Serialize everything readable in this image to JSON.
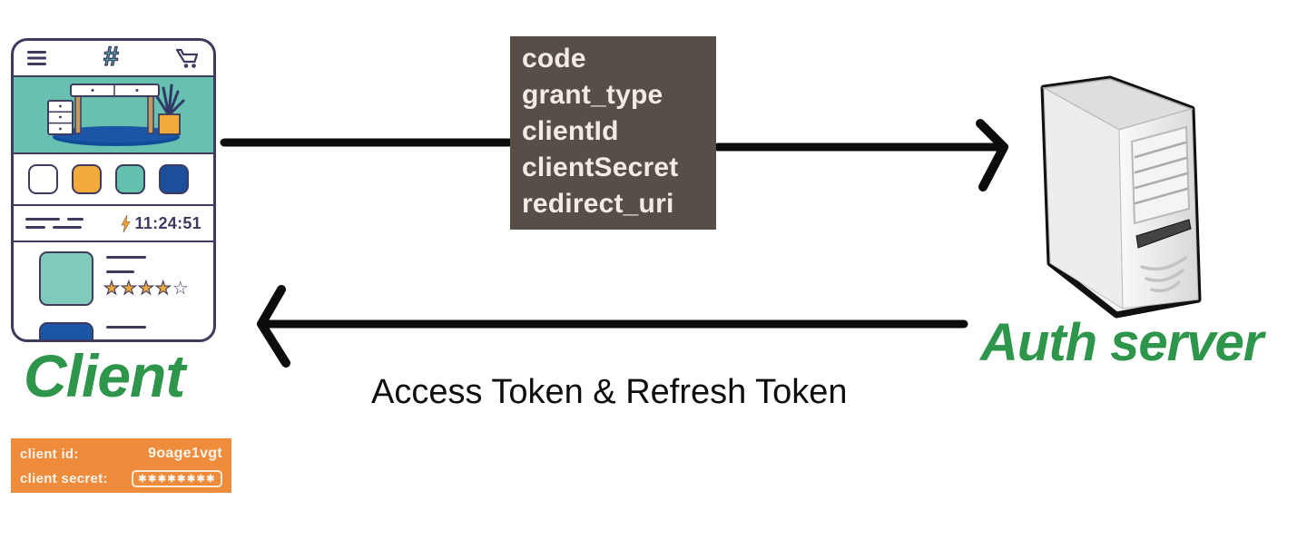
{
  "client": {
    "label": "Client",
    "phone": {
      "time": "11:24:51",
      "rating_filled": "★★★★",
      "rating_empty": "☆"
    },
    "credentials": {
      "id_label": "client id:",
      "id_value": "9oage1vgt",
      "secret_label": "client secret:",
      "secret_value": "✱✱✱✱✱✱✱✱"
    }
  },
  "params_box": {
    "lines": [
      "code",
      "grant_type",
      "clientId",
      "clientSecret",
      "redirect_uri"
    ]
  },
  "server": {
    "label": "Auth server"
  },
  "flows": {
    "return_label": "Access Token & Refresh Token"
  },
  "icons": {
    "app_logo_glyph": "#"
  },
  "colors": {
    "green_label": "#2e964b",
    "navy_outline": "#3e3b5e",
    "teal": "#68c0b1",
    "orange_swatch": "#f2a93b",
    "credential_orange": "#ee8c3c",
    "blue": "#1b4f9c",
    "params_box_bg": "#574e47",
    "params_text": "#f1ebe6",
    "arrow_black": "#0c0c0c"
  }
}
